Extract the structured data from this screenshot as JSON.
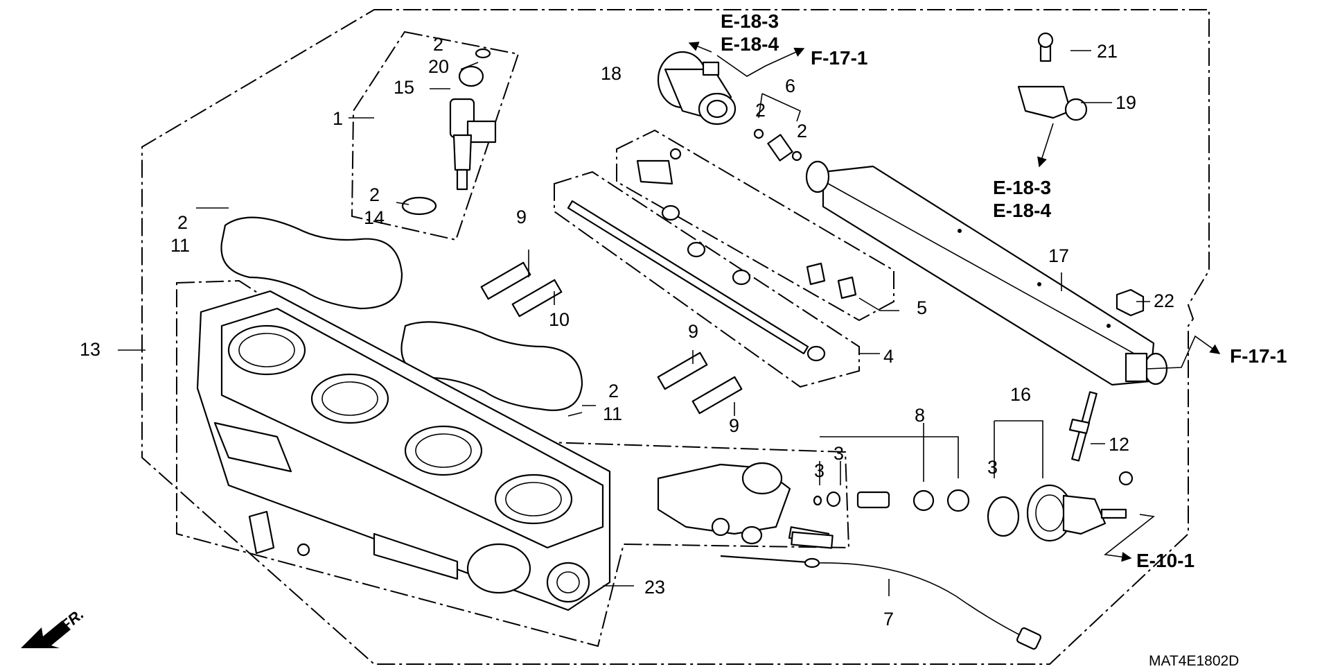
{
  "diagram": {
    "code": "MAT4E1802D",
    "front_label": "FR.",
    "part_numbers": {
      "p1": "1",
      "p2a": "2",
      "p2b": "2",
      "p2c": "2",
      "p2d": "2",
      "p2e": "2",
      "p2f": "2",
      "p3a": "3",
      "p3b": "3",
      "p3c": "3",
      "p4": "4",
      "p5": "5",
      "p6": "6",
      "p7": "7",
      "p8": "8",
      "p9a": "9",
      "p9b": "9",
      "p9c": "9",
      "p10": "10",
      "p11a": "11",
      "p11b": "11",
      "p12": "12",
      "p13": "13",
      "p14": "14",
      "p15": "15",
      "p16": "16",
      "p17": "17",
      "p18": "18",
      "p19": "19",
      "p20": "20",
      "p21": "21",
      "p22": "22",
      "p23": "23"
    },
    "references": {
      "e183_top": "E-18-3",
      "e184_top": "E-18-4",
      "f171_top": "F-17-1",
      "e183_right": "E-18-3",
      "e184_right": "E-18-4",
      "f171_right": "F-17-1",
      "e101": "E-10-1"
    }
  }
}
